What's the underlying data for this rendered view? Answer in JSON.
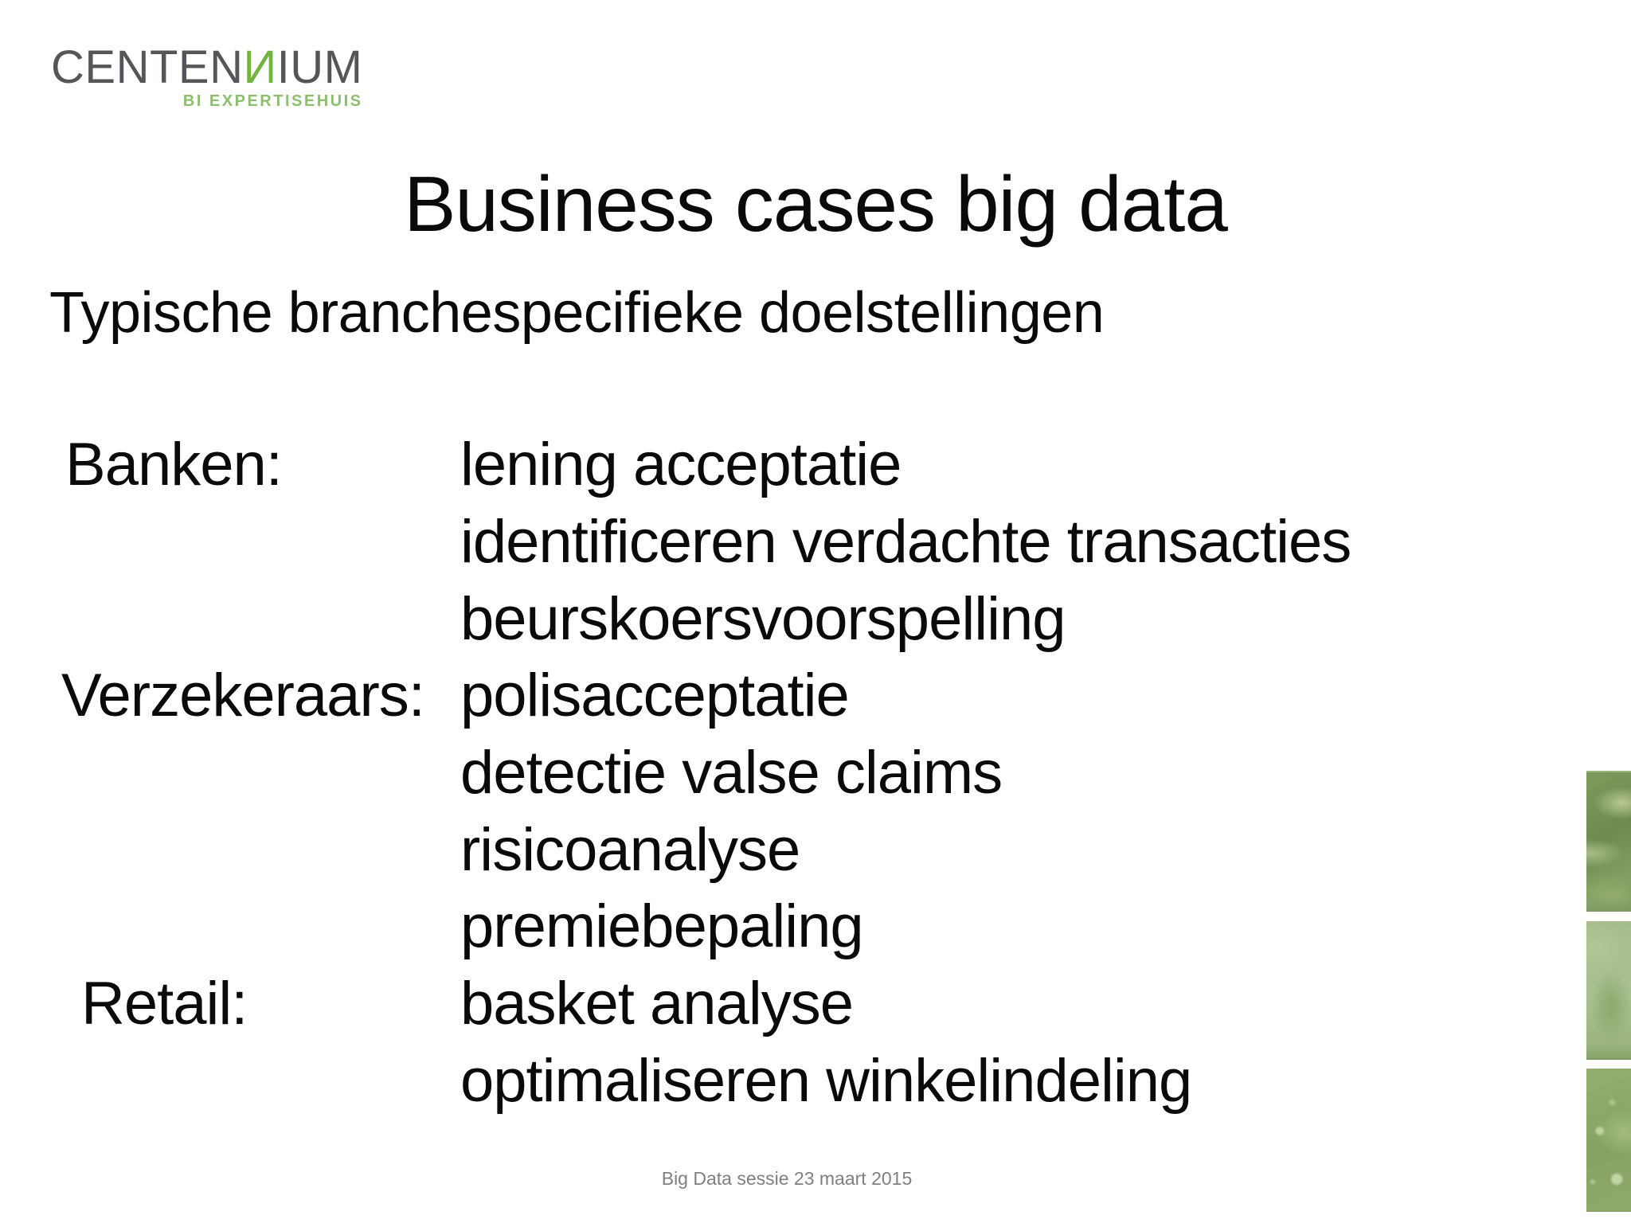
{
  "logo": {
    "wordmark_prefix": "CENTEN",
    "wordmark_accent": "И",
    "wordmark_suffix": "IUM",
    "tagline": "BI EXPERTISEHUIS"
  },
  "title": "Business cases big data",
  "subtitle": "Typische branchespecifieke doelstellingen",
  "sections": [
    {
      "label": "Banken:",
      "items": [
        "lening acceptatie",
        "identificeren verdachte transacties",
        "beurskoersvoorspelling"
      ]
    },
    {
      "label": "Verzekeraars:",
      "items": [
        "polisacceptatie",
        "detectie valse claims",
        "risicoanalyse",
        "premiebepaling"
      ]
    },
    {
      "label": "Retail:",
      "items": [
        "basket analyse",
        "optimaliseren winkelindeling"
      ]
    }
  ],
  "footer": "Big Data sessie 23 maart 2015",
  "colors": {
    "logo_gray": "#54565a",
    "brand_green": "#6fb53f",
    "tagline_green": "#8cbe6e",
    "body_text": "#0a0a0a",
    "footer_gray": "#7f7f7f",
    "photo_greens": [
      "#7f9a5d",
      "#a6bd8b",
      "#94ae70"
    ]
  }
}
